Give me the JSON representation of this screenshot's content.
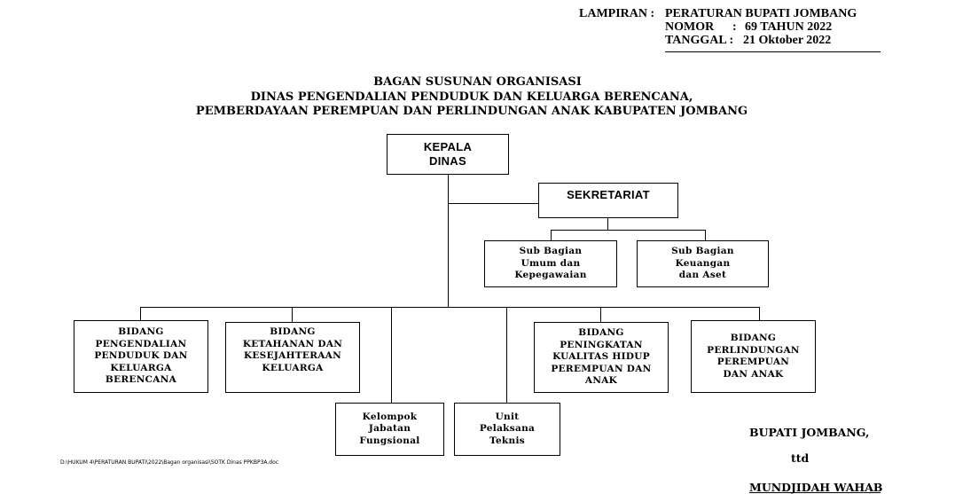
{
  "header": {
    "lampiran_label": "LAMPIRAN :",
    "lampiran_value": "PERATURAN BUPATI JOMBANG",
    "nomor_label": "NOMOR",
    "nomor_sep": ":",
    "nomor_value": "69 TAHUN 2022",
    "tanggal_label": "TANGGAL :",
    "tanggal_value": "21 Oktober 2022"
  },
  "title": {
    "line1": "BAGAN SUSUNAN ORGANISASI",
    "line2": "DINAS PENGENDALIAN PENDUDUK DAN KELUARGA BERENCANA,",
    "line3": "PEMBERDAYAAN PEREMPUAN DAN PERLINDUNGAN ANAK KABUPATEN JOMBANG"
  },
  "org": {
    "kepala": "KEPALA\nDINAS",
    "sekretariat": "SEKRETARIAT",
    "sub_umum": "Sub Bagian\nUmum dan\nKepegawaian",
    "sub_keuangan": "Sub Bagian\nKeuangan\ndan Aset",
    "bidang_pengendalian": "BIDANG\nPENGENDALIAN\nPENDUDUK DAN\nKELUARGA\nBERENCANA",
    "bidang_ketahanan": "BIDANG\nKETAHANAN DAN\nKESEJAHTERAAN\nKELUARGA",
    "bidang_peningkatan": "BIDANG\nPENINGKATAN\nKUALITAS HIDUP\nPEREMPUAN DAN\nANAK",
    "bidang_perlindungan": "BIDANG\nPERLINDUNGAN\nPEREMPUAN\nDAN ANAK",
    "kelompok": "Kelompok\nJabatan\nFungsional",
    "upt": "Unit\nPelaksana\nTeknis"
  },
  "signature": {
    "title": "BUPATI JOMBANG,",
    "ttd": "ttd",
    "name": "MUNDJIDAH WAHAB"
  },
  "footer_path": "D:\\HUKUM 4\\PERATURAN BUPATI\\2022\\Bagan organisasi\\SOTK Dinas PPKBP3A.doc"
}
